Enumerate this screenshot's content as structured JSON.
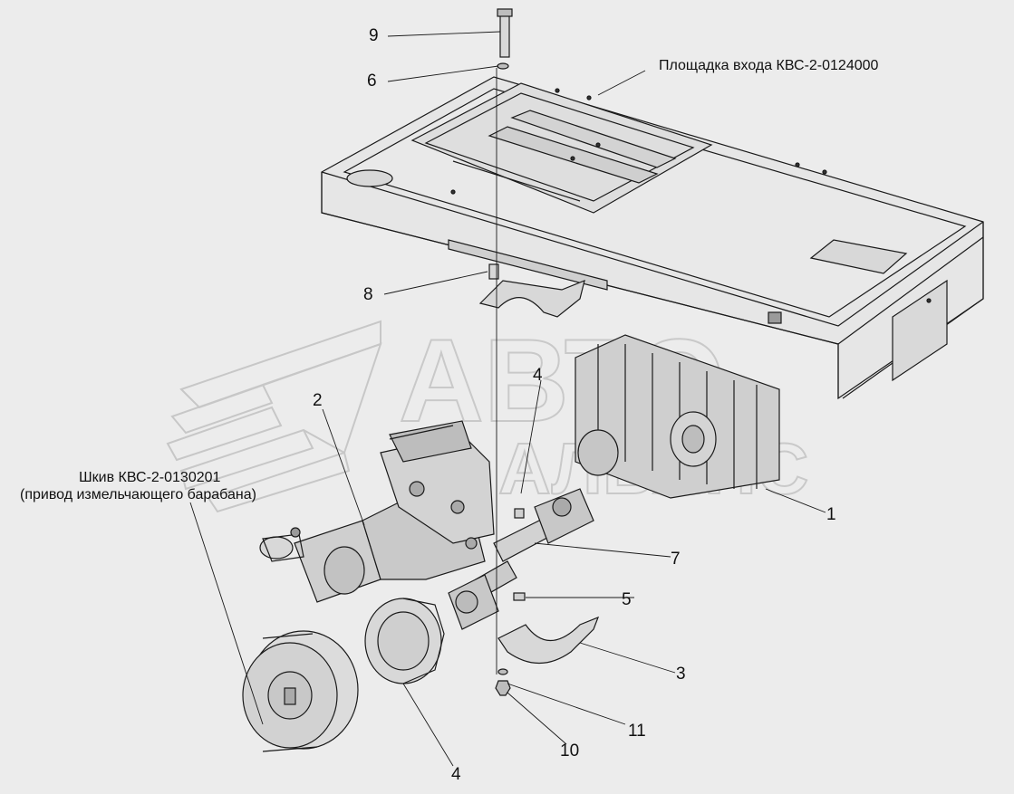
{
  "captions": {
    "platform": "Площадка входа КВС-2-0124000",
    "pulley_line1": "Шкив КВС-2-0130201",
    "pulley_line2": "(привод измельчающего барабана)"
  },
  "callouts": {
    "n1": "1",
    "n2": "2",
    "n3": "3",
    "n4_top": "4",
    "n4_bottom": "4",
    "n5": "5",
    "n6": "6",
    "n7": "7",
    "n8": "8",
    "n9": "9",
    "n10": "10",
    "n11": "11"
  },
  "watermark": {
    "line1": "АВТО",
    "line2": "АЛЬЯНС"
  },
  "colors": {
    "background": "#ececec",
    "line": "#1a1a1a",
    "part_fill": "#d6d6d6",
    "part_dark": "#9a9a9a",
    "watermark": "#cfcfcf"
  }
}
